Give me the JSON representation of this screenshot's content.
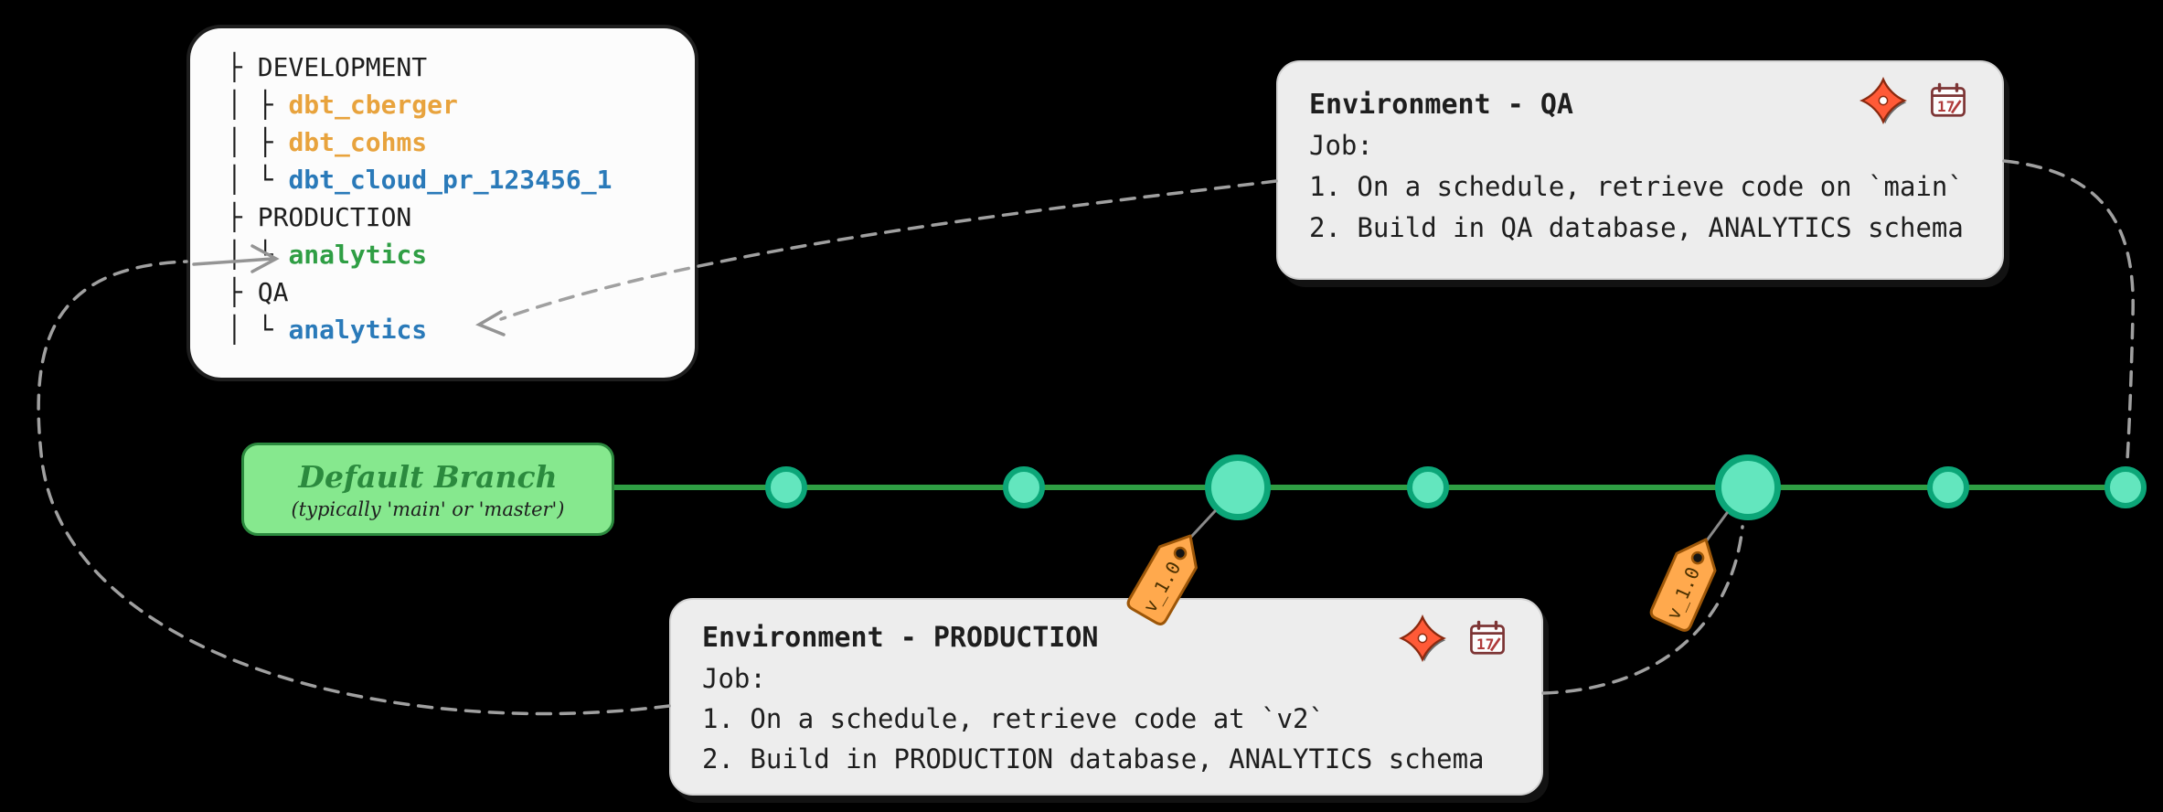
{
  "tree": {
    "rows": [
      {
        "prefix": "├ ",
        "label": "DEVELOPMENT"
      },
      {
        "prefix": "│ ├ ",
        "label": "dbt_cberger"
      },
      {
        "prefix": "│ ├ ",
        "label": "dbt_cohms"
      },
      {
        "prefix": "│ └ ",
        "label": "dbt_cloud_pr_123456_1"
      },
      {
        "prefix": "├ ",
        "label": "PRODUCTION"
      },
      {
        "prefix": "│ └ ",
        "label": "analytics"
      },
      {
        "prefix": "├ ",
        "label": "QA"
      },
      {
        "prefix": "│ └ ",
        "label": "analytics"
      }
    ]
  },
  "qa_card": {
    "title": "Environment - QA",
    "job_label": "Job:",
    "steps": [
      "1. On a schedule, retrieve code on `main`",
      "2. Build in QA database, ANALYTICS schema"
    ]
  },
  "production_card": {
    "title": "Environment - PRODUCTION",
    "job_label": "Job:",
    "steps": [
      "1. On a schedule, retrieve code at `v2`",
      "2. Build in PRODUCTION database, ANALYTICS schema"
    ]
  },
  "branch": {
    "title": "Default Branch",
    "subtitle": "(typically 'main' or 'master')"
  },
  "tag": {
    "label": "v_1.0"
  },
  "icons": {
    "dbt": "dbt-logo",
    "calendar": "calendar",
    "calendar_day": "17"
  },
  "colors": {
    "background": "#000000",
    "branch_green": "#2f9e44",
    "branch_box_fill": "#86e88e",
    "commit_fill": "#63e6be",
    "commit_stroke": "#0ca678",
    "tag_orange": "#ffa94d",
    "dev_schema_orange": "#e8a33d",
    "pr_schema_blue": "#2a7ab9",
    "prod_schema_green": "#2f9e44",
    "env_text": "#1e1e1e",
    "connector_gray": "#a0a0a0",
    "dbt_logo_orange": "#ff5a37"
  }
}
